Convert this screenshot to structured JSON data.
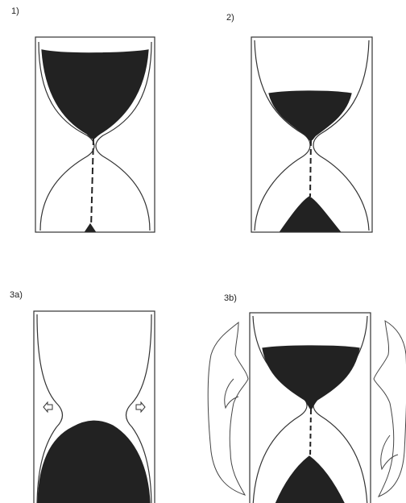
{
  "panels": [
    {
      "key": "p1",
      "label": "1)"
    },
    {
      "key": "p2",
      "label": "2)"
    },
    {
      "key": "p3a",
      "label": "3a)"
    },
    {
      "key": "p3b",
      "label": "3b)"
    }
  ],
  "colors": {
    "ink": "#1a1a1a",
    "sand": "#222222",
    "line": "#333333"
  }
}
